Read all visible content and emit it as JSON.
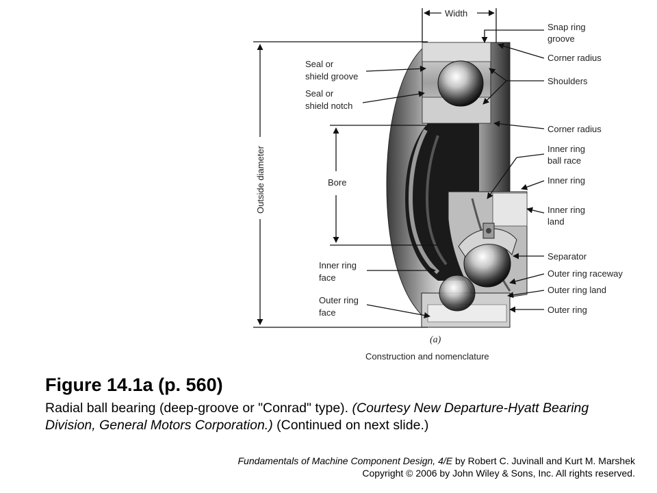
{
  "diagram": {
    "labels": {
      "width": "Width",
      "snap_ring_groove": [
        "Snap ring",
        "groove"
      ],
      "corner_radius_top": "Corner radius",
      "shoulders": "Shoulders",
      "corner_radius_mid": "Corner radius",
      "inner_ring_ball_race": [
        "Inner ring",
        "ball race"
      ],
      "inner_ring": "Inner ring",
      "inner_ring_land": [
        "Inner ring",
        "land"
      ],
      "separator": "Separator",
      "outer_ring_raceway": "Outer ring raceway",
      "outer_ring_land": "Outer ring land",
      "outer_ring": "Outer ring",
      "seal_shield_groove": [
        "Seal or",
        "shield groove"
      ],
      "seal_shield_notch": [
        "Seal or",
        "shield notch"
      ],
      "bore": "Bore",
      "inner_ring_face": [
        "Inner ring",
        "face"
      ],
      "outer_ring_face": [
        "Outer ring",
        "face"
      ],
      "outside_diameter": "Outside diameter",
      "panel_letter": "(a)",
      "subcaption": "Construction and nomenclature"
    }
  },
  "caption": {
    "title": "Figure 14.1a  (p. 560)",
    "desc_plain_1": "Radial ball bearing (deep-groove or \"Conrad\" type). ",
    "desc_italic": "(Courtesy New Departure-Hyatt Bearing Division, General Motors Corporation.)",
    "desc_plain_2": " (Continued on next slide.)"
  },
  "footer": {
    "book_title": "Fundamentals of Machine Component Design, 4/E",
    "authors": " by Robert C.  Juvinall and Kurt M. Marshek",
    "copyright": "Copyright © 2006 by John Wiley & Sons, Inc.  All rights reserved."
  }
}
